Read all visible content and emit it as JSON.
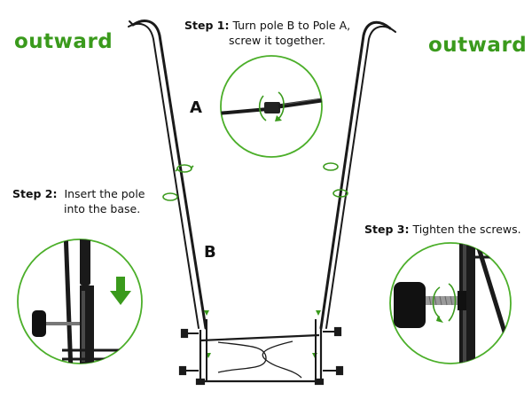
{
  "labels": {
    "outward_left": "outward",
    "outward_right": "outward",
    "pole_a": "A",
    "pole_b": "B"
  },
  "steps": [
    {
      "num": "Step 1:",
      "line1": "Turn pole B to Pole A,",
      "line2": "screw it together."
    },
    {
      "num": "Step 2:",
      "line1": "Insert the pole",
      "line2": "into the base."
    },
    {
      "num": "Step 3:",
      "line1": "Tighten the screws.",
      "line2": ""
    }
  ],
  "colors": {
    "accent_green": "#3a9a1c",
    "circle_green": "#4caf2a",
    "pole": "#1a1a1a"
  },
  "icons": {
    "arrow": "down-arrow-icon",
    "rotate": "rotate-arrow-icon"
  }
}
